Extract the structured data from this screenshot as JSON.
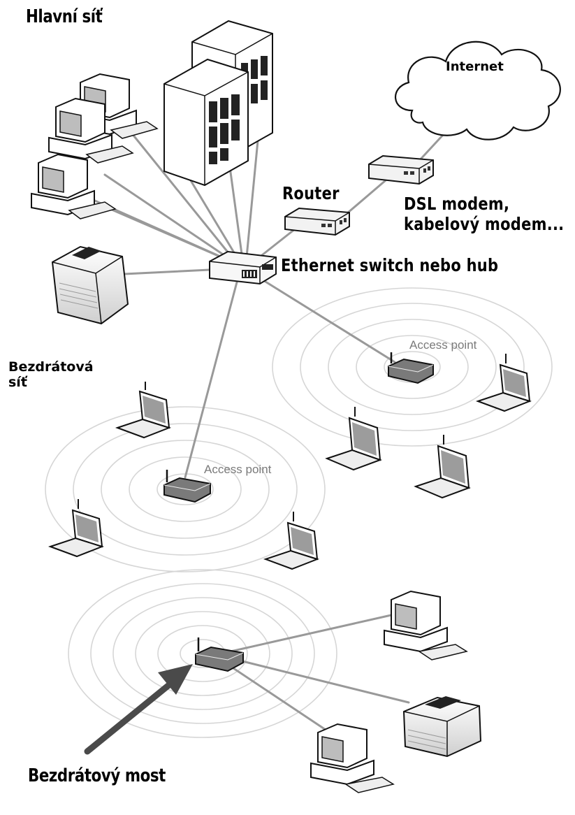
{
  "labels": {
    "main_network": "Hlavní síť",
    "internet": "Internet",
    "router": "Router",
    "modem_line1": "DSL modem,",
    "modem_line2": "kabelový modem...",
    "switch": "Ethernet switch nebo hub",
    "wireless_network_line1": "Bezdrátová",
    "wireless_network_line2": "síť",
    "access_point_1": "Access point",
    "access_point_2": "Access point",
    "wireless_bridge": "Bezdrátový most"
  },
  "icons": {
    "desktop": "desktop-computer-icon",
    "server": "server-tower-icon",
    "printer": "printer-icon",
    "router": "router-icon",
    "modem": "modem-icon",
    "switch": "switch-icon",
    "access_point": "access-point-icon",
    "laptop": "laptop-icon",
    "cloud": "internet-cloud-icon",
    "arrow": "arrow-icon"
  },
  "colors": {
    "cable": "#9a9a9a",
    "rings": "#d4d4d4",
    "device_outline": "#111111",
    "device_fill": "#ffffff",
    "device_dark": "#6a6a6a",
    "arrow": "#4a4a4a"
  }
}
